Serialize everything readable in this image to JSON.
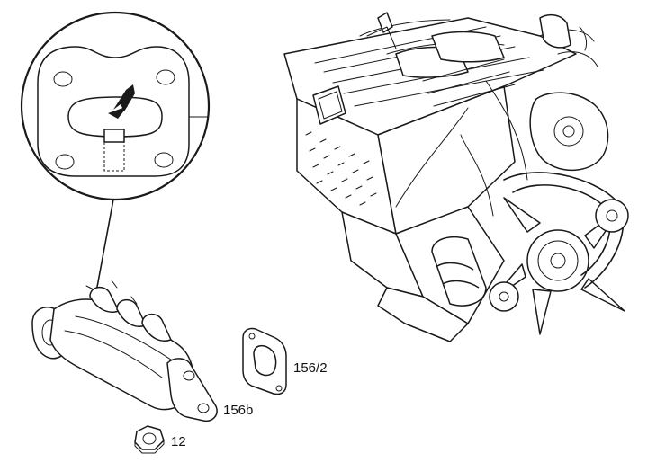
{
  "labels": {
    "gasket_part": "156/2",
    "manifold_part": "156b",
    "nut_part": "12"
  },
  "colors": {
    "ink": "#1a1a1a",
    "background": "#ffffff"
  }
}
